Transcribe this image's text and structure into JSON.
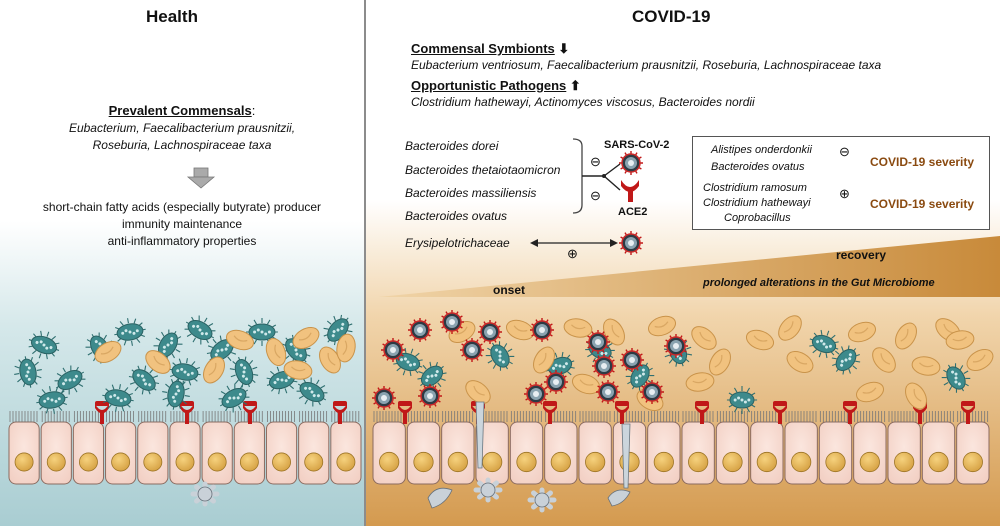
{
  "health": {
    "title": "Health",
    "prevalent_heading": "Prevalent Commensals",
    "prevalent_colon": ":",
    "prevalent_line1": "Eubacterium, Faecalibacterium prausnitzii,",
    "prevalent_line2": "Roseburia, Lachnospiraceae taxa",
    "functions": [
      "short-chain fatty acids (especially butyrate) producer",
      "immunity maintenance",
      "anti-inflammatory properties"
    ]
  },
  "covid": {
    "title": "COVID-19",
    "commensal_heading": "Commensal Symbionts",
    "commensal_taxa": "Eubacterium ventriosum, Faecalibacterium prausnitzii, Roseburia, Lachnospiraceae taxa",
    "pathogen_heading": "Opportunistic Pathogens",
    "pathogen_taxa": "Clostridium hathewayi, Actinomyces viscosus, Bacteroides nordii",
    "bacteroides": [
      "Bacteroides dorei",
      "Bacteroides thetaiotaomicron",
      "Bacteroides massiliensis",
      "Bacteroides ovatus"
    ],
    "sars_label": "SARS-CoV-2",
    "ace2_label": "ACE2",
    "minus_symbol": "⊖",
    "plus_symbol": "⊕",
    "erysipelo": "Erysipelotrichaceae",
    "severity_box": {
      "group1": [
        "Alistipes onderdonkii",
        "Bacteroides ovatus"
      ],
      "group2": [
        "Clostridium ramosum",
        "Clostridium hathewayi",
        "Coprobacillus"
      ],
      "severity_label": "COVID-19 severity"
    },
    "timeline": {
      "onset": "onset",
      "recovery": "recovery",
      "prolonged": "prolonged alterations in the Gut Microbiome"
    }
  },
  "colors": {
    "health_bg": "#bcd9dd",
    "covid_bg": "#d9a25a",
    "divider": "#555555",
    "severity_text": "#8a4a10",
    "receptor": "#c01818",
    "commensal": "#3d8a8c",
    "commensal_light": "#4ea0a2",
    "bacteroid": "#f1c27f",
    "virus_ring": "#c01818"
  }
}
